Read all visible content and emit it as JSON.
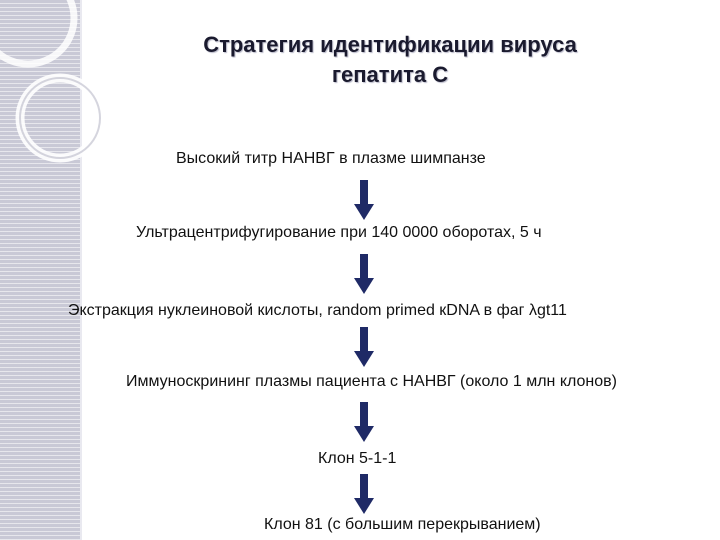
{
  "slide": {
    "title_line1": "Стратегия идентификации вируса",
    "title_line2": "гепатита С",
    "steps": [
      "Высокий титр НАНВГ в плазме шимпанзе",
      "Ультрацентрифугирование при 140 0000 оборотах, 5 ч",
      "Экстракция нуклеиновой кислоты, random primed кDNA в фаг λgt11",
      "Иммуноскрининг плазмы пациента с НАНВГ (около 1 млн клонов)",
      "Клон 5-1-1",
      "Клон 81 (с большим перекрыванием)"
    ]
  },
  "colors": {
    "sidebar": "#c9c9d6",
    "arrow": "#1f2a66",
    "title": "#1a1a2e"
  }
}
